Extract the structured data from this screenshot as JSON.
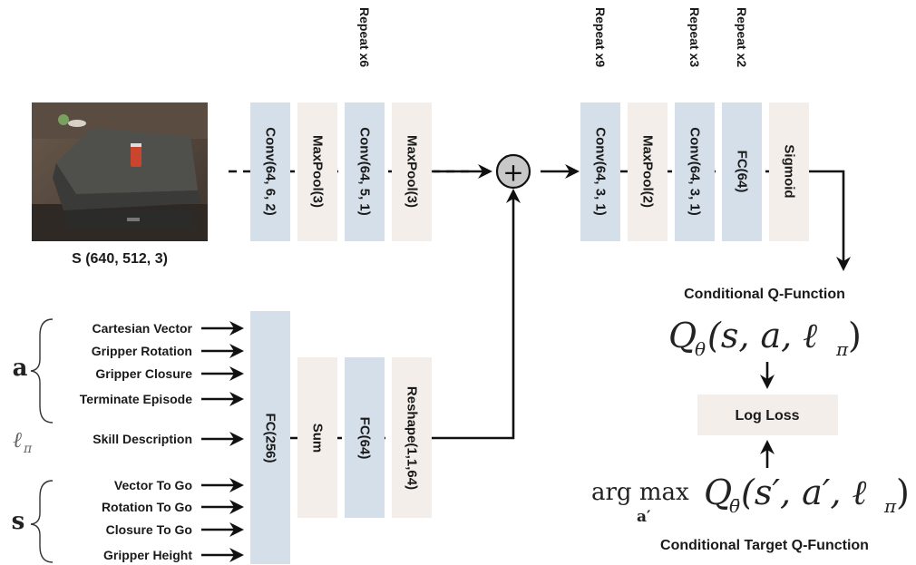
{
  "image": {
    "caption": "S (640, 512, 3)"
  },
  "encoder_blocks": [
    {
      "label": "Conv(64, 6, 2)",
      "color": "#d4dfe9"
    },
    {
      "label": "MaxPool(3)",
      "color": "#f3eeea"
    },
    {
      "label": "Conv(64, 5, 1)",
      "color": "#d4dfe9",
      "repeat": "Repeat x6"
    },
    {
      "label": "MaxPool(3)",
      "color": "#f3eeea"
    }
  ],
  "head_blocks": [
    {
      "label": "Conv(64, 3, 1)",
      "color": "#d4dfe9",
      "repeat": "Repeat x9"
    },
    {
      "label": "MaxPool(2)",
      "color": "#f3eeea"
    },
    {
      "label": "Conv(64, 3, 1)",
      "color": "#d4dfe9",
      "repeat": "Repeat x3"
    },
    {
      "label": "FC(64)",
      "color": "#d4dfe9",
      "repeat": "Repeat x2"
    },
    {
      "label": "Sigmoid",
      "color": "#f3eeea"
    }
  ],
  "state_blocks": [
    {
      "label": "FC(256)",
      "color": "#d4dfe9"
    },
    {
      "label": "Sum",
      "color": "#f3eeea"
    },
    {
      "label": "FC(64)",
      "color": "#d4dfe9"
    },
    {
      "label": "Reshape(1,1,64)",
      "color": "#f3eeea"
    }
  ],
  "inputs": {
    "a": {
      "symbol": "a",
      "items": [
        "Cartesian Vector",
        "Gripper Rotation",
        "Gripper Closure",
        "Terminate Episode"
      ]
    },
    "l": {
      "symbol": "ℓ",
      "subscript": "π",
      "items": [
        "Skill Description"
      ]
    },
    "s": {
      "symbol": "s",
      "items": [
        "Vector To Go",
        "Rotation To Go",
        "Closure To Go",
        "Gripper Height"
      ]
    }
  },
  "plus_symbol": "+",
  "q_function": {
    "title": "Conditional Q-Function",
    "Q": "Q",
    "sub": "θ",
    "args": "(s, a, ℓ",
    "args_sub": "π",
    "close": ")"
  },
  "loss": {
    "label": "Log Loss",
    "color": "#f3eeea"
  },
  "target": {
    "title": "Conditional Target Q-Function",
    "argmax": "arg max",
    "argmax_sub": "a′",
    "Q": "Q",
    "sub": "θ̄",
    "args": "(s′, a′, ℓ",
    "args_sub": "π",
    "close": ")"
  }
}
